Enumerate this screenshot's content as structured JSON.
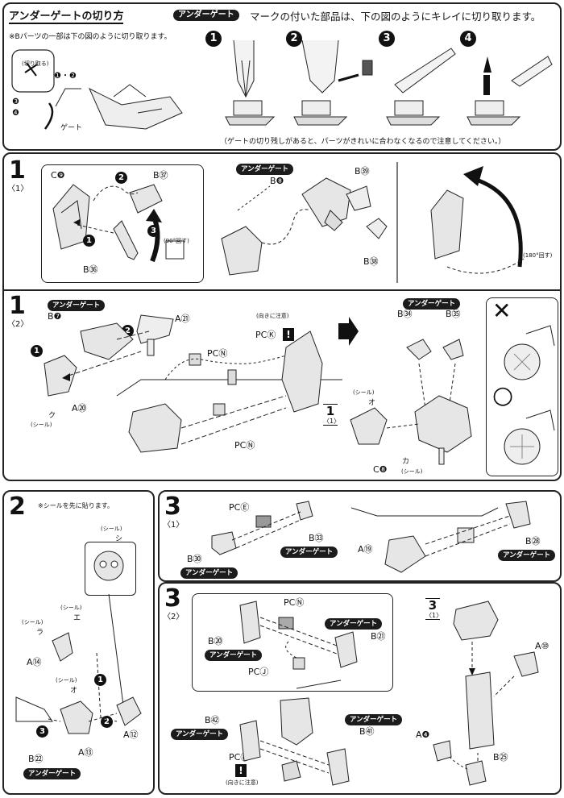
{
  "header": {
    "title": "アンダーゲートの切り方",
    "badge": "アンダーゲート",
    "description": "マークの付いた部品は、下の図のようにキレイに切り取ります。",
    "note_b_parts": "※Bパーツの一部は下の図のように切り取ります。",
    "zoom_label": "(切り取る)",
    "gate_label": "ゲート",
    "step_refs": [
      "❶・❷",
      "❸",
      "❹"
    ],
    "cut_steps": [
      "1",
      "2",
      "3",
      "4"
    ],
    "warning": "（ゲートの切り残しがあると、パーツがきれいに合わなくなるので注意してください。）"
  },
  "section1_1": {
    "step": "1",
    "sub": "〈1〉",
    "labels": {
      "c9": "C❾",
      "b37": "B㊲",
      "b36": "B㊱",
      "b8": "B❽",
      "b39": "B㊴",
      "b38": "B㊳"
    },
    "nums": [
      "2",
      "1",
      "3"
    ],
    "rotate90": "(90°回す)",
    "rotate180": "(180°回す)",
    "badge": "アンダーゲート"
  },
  "section1_2": {
    "step": "1",
    "sub": "〈2〉",
    "badge": "アンダーゲート",
    "labels": {
      "b7": "B❼",
      "a21": "A㉑",
      "a20": "A⑳",
      "pck": "PCⓀ",
      "pcn1": "PCⓃ",
      "pcn2": "PCⓃ",
      "b34": "B㉞",
      "b35": "B㉟",
      "c8": "C❽"
    },
    "orientation_note": "(向きに注意)",
    "seal_label": "(シール)",
    "seal_ku": "ク",
    "seal_o": "オ",
    "seal_ka": "カ",
    "ref_step": "1",
    "ref_sub": "〈1〉",
    "nums": [
      "1",
      "2"
    ],
    "wrong": "✕",
    "right": "○"
  },
  "section2": {
    "step": "2",
    "note": "※シールを先に貼ります。",
    "seal_label": "(シール)",
    "seals": [
      "シ",
      "エ",
      "ラ",
      "オ"
    ],
    "labels": {
      "a14": "A⑭",
      "a13": "A⑬",
      "a12": "A⑫",
      "b22": "B㉒"
    },
    "badge": "アンダーゲート",
    "nums": [
      "1",
      "2",
      "3"
    ]
  },
  "section3_1": {
    "step": "3",
    "sub": "〈1〉",
    "labels": {
      "pce": "PCⒺ",
      "b33": "B㉝",
      "b30": "B㉚",
      "a19": "A⑲",
      "b28": "B㉘"
    },
    "badge": "アンダーゲート"
  },
  "section3_2": {
    "step": "3",
    "sub": "〈2〉",
    "labels": {
      "pcn": "PCⓃ",
      "b20": "B⑳",
      "b21": "B㉑",
      "pcj": "PCⒿ",
      "b42": "B㊷",
      "b41": "B㊶",
      "pch": "PCⒽ",
      "a10": "A⑩",
      "a4": "A❹",
      "b25": "B㉕"
    },
    "badge": "アンダーゲート",
    "orientation_note": "(向きに注意)",
    "ref_step": "3",
    "ref_sub": "〈1〉"
  }
}
